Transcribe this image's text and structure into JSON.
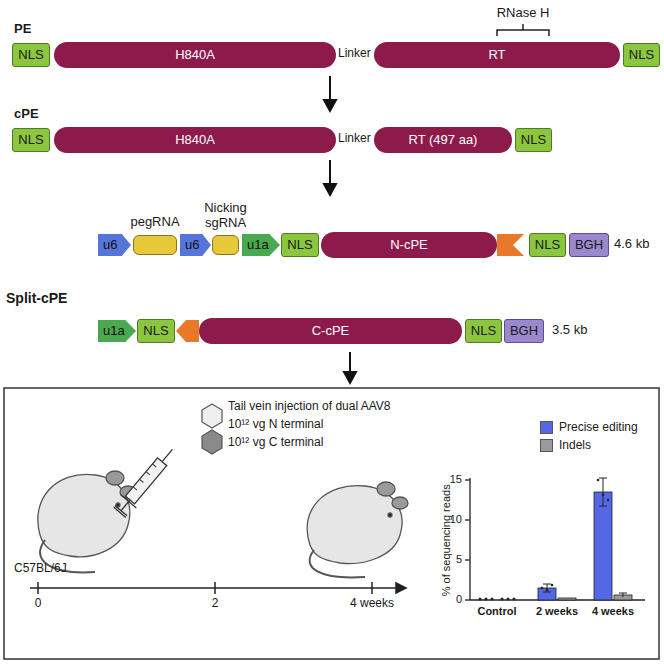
{
  "diagram": {
    "nodes": [
      {
        "text": [
          "NLS"
        ]
      },
      {
        "text": [
          "H840A"
        ]
      },
      {
        "text": [
          "RT"
        ]
      },
      {
        "text": [
          "NLS"
        ]
      },
      {
        "text": [
          "NLS"
        ]
      },
      {
        "text": [
          "H840A"
        ]
      },
      {
        "text": [
          "RT (497 aa)"
        ]
      },
      {
        "text": [
          "NLS"
        ]
      },
      {
        "text": [
          "u6"
        ]
      },
      {
        "text": [
          "pegRNA"
        ]
      },
      {
        "text": [
          "u6"
        ]
      },
      {
        "text": [
          "Nicking sgRNA"
        ]
      },
      {
        "text": [
          "u1a"
        ]
      },
      {
        "text": [
          "NLS"
        ]
      },
      {
        "text": [
          "N-cPE"
        ]
      },
      {
        "text": [
          "NLS"
        ]
      },
      {
        "text": [
          "BGH"
        ]
      },
      {
        "text": [
          "u1a"
        ]
      },
      {
        "text": [
          "NLS"
        ]
      },
      {
        "text": [
          "C-cPE"
        ]
      },
      {
        "text": [
          "NLS"
        ]
      },
      {
        "text": [
          "BGH"
        ]
      }
    ],
    "labels": [
      "RNase H",
      "PE",
      "Linker",
      "cPE",
      "Linker",
      "Split-cPE",
      "4.6 kb",
      "3.5 kb",
      "Tail vein injection of dual AAV8",
      "10¹² vg N terminal",
      "10¹² vg C terminal",
      "C57BL/6J",
      "0",
      "2",
      "4 weeks",
      "% of sequencing reads",
      "0",
      "5",
      "10",
      "15",
      "Control",
      "2 weeks",
      "4 weeks"
    ],
    "legend": [
      {
        "text": "Precise editing",
        "color": "#5468e6"
      },
      {
        "text": "Indels",
        "color": "#9b9b9b"
      }
    ]
  }
}
